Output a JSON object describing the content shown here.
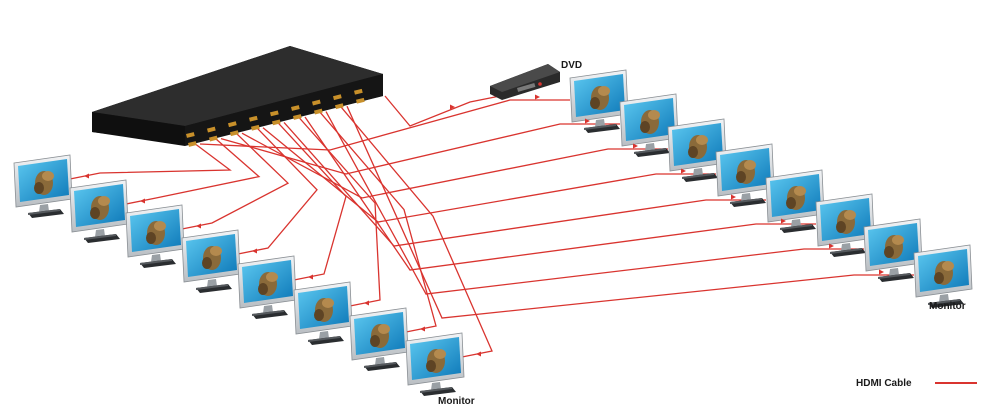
{
  "labels": {
    "dvd": "DVD",
    "monitor_left": "Monitor",
    "monitor_right": "Monitor",
    "legend": "HDMI Cable"
  },
  "colors": {
    "cable": "#d9342f",
    "device_body": "#1d1d1d",
    "screen": "#1aa0d8",
    "monitor_frame": "#dfe3e6"
  },
  "icons": {
    "matrix_switcher": "hdmi-matrix-icon",
    "dvd_player": "dvd-player-icon",
    "display": "monitor-icon"
  },
  "counts": {
    "left_monitors": 8,
    "right_monitors": 8
  }
}
